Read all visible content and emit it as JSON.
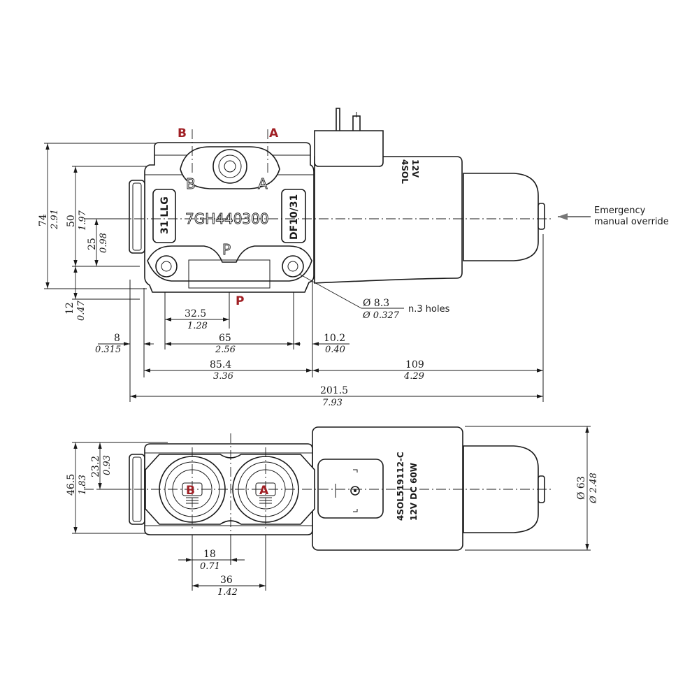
{
  "colors": {
    "port_label": "#a01f24",
    "line": "#1a1a1a",
    "arrow": "#777777"
  },
  "top_view": {
    "port_labels": {
      "b": "B",
      "a": "A",
      "p": "P"
    },
    "body_engraving": {
      "b": "B",
      "a": "A",
      "p": "P",
      "part_code": "7GH440300"
    },
    "plate_left": "31 LLG",
    "plate_right": "DF10/31",
    "coil_side_text": {
      "line1": "4SOL",
      "line2": "12V"
    },
    "annotation": {
      "line1": "Emergency",
      "line2": "manual override"
    },
    "holes_note": "n.3 holes",
    "dimensions": {
      "h74": {
        "mm": "74",
        "in": "2.91"
      },
      "h50": {
        "mm": "50",
        "in": "1.97"
      },
      "h25": {
        "mm": "25",
        "in": "0.98"
      },
      "h12": {
        "mm": "12",
        "in": "0.47"
      },
      "d32": {
        "mm": "32.5",
        "in": "1.28"
      },
      "hole": {
        "mm": "Ø 8.3",
        "in": "Ø 0.327"
      },
      "d8": {
        "mm": "8",
        "in": "0.315"
      },
      "d65": {
        "mm": "65",
        "in": "2.56"
      },
      "d10": {
        "mm": "10.2",
        "in": "0.40"
      },
      "d85": {
        "mm": "85.4",
        "in": "3.36"
      },
      "d109": {
        "mm": "109",
        "in": "4.29"
      },
      "d201": {
        "mm": "201.5",
        "in": "7.93"
      }
    }
  },
  "bottom_view": {
    "port_labels": {
      "b": "B",
      "a": "A"
    },
    "coil_text": {
      "line1": "4SOL519112-C",
      "line2": "12V DC 60W"
    },
    "dimensions": {
      "h46": {
        "mm": "46.5",
        "in": "1.83"
      },
      "h23": {
        "mm": "23.2",
        "in": "0.93"
      },
      "d63": {
        "mm": "Ø 63",
        "in": "Ø 2.48"
      },
      "d18": {
        "mm": "18",
        "in": "0.71"
      },
      "d36": {
        "mm": "36",
        "in": "1.42"
      }
    }
  }
}
